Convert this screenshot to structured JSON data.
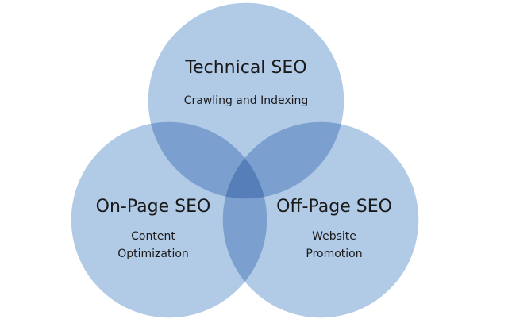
{
  "diagram": {
    "type": "venn",
    "sets": [
      {
        "id": "technical",
        "title": "Technical SEO",
        "subtitle_lines": [
          "Crawling and Indexing"
        ]
      },
      {
        "id": "on_page",
        "title": "On-Page SEO",
        "subtitle_lines": [
          "Content",
          "Optimization"
        ]
      },
      {
        "id": "off_page",
        "title": "Off-Page SEO",
        "subtitle_lines": [
          "Website",
          "Promotion"
        ]
      }
    ],
    "colors": {
      "circle_fill": "#a9c4e3",
      "circle_stroke": "#ffffff",
      "text": "#1a1a1a"
    }
  }
}
